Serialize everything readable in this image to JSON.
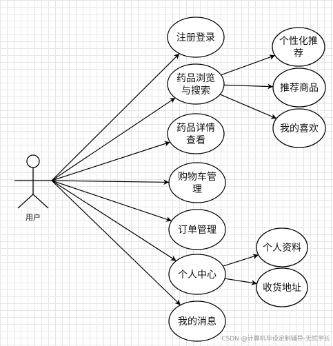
{
  "actor": {
    "label": "用户"
  },
  "use_cases": [
    {
      "id": "register",
      "lines": [
        "注册登录"
      ]
    },
    {
      "id": "browse",
      "lines": [
        "药品浏览",
        "与搜索"
      ]
    },
    {
      "id": "detail",
      "lines": [
        "药品详情",
        "查看"
      ]
    },
    {
      "id": "cart",
      "lines": [
        "购物车管",
        "理"
      ]
    },
    {
      "id": "order",
      "lines": [
        "订单管理"
      ]
    },
    {
      "id": "center",
      "lines": [
        "个人中心"
      ]
    },
    {
      "id": "message",
      "lines": [
        "我的消息"
      ]
    },
    {
      "id": "recommend",
      "lines": [
        "个性化推",
        "荐"
      ]
    },
    {
      "id": "rec_goods",
      "lines": [
        "推荐商品"
      ]
    },
    {
      "id": "favorites",
      "lines": [
        "我的喜欢"
      ]
    },
    {
      "id": "profile",
      "lines": [
        "个人资料"
      ]
    },
    {
      "id": "address",
      "lines": [
        "收货地址"
      ]
    }
  ],
  "relations": [
    {
      "from": "actor",
      "to": "register"
    },
    {
      "from": "actor",
      "to": "browse"
    },
    {
      "from": "actor",
      "to": "detail"
    },
    {
      "from": "actor",
      "to": "cart"
    },
    {
      "from": "actor",
      "to": "order"
    },
    {
      "from": "actor",
      "to": "center"
    },
    {
      "from": "actor",
      "to": "message"
    },
    {
      "from": "browse",
      "to": "recommend"
    },
    {
      "from": "browse",
      "to": "rec_goods"
    },
    {
      "from": "browse",
      "to": "favorites"
    },
    {
      "from": "center",
      "to": "profile"
    },
    {
      "from": "center",
      "to": "address"
    }
  ],
  "watermark": "CSDN @计算机毕设定制辅导-无忧学长"
}
